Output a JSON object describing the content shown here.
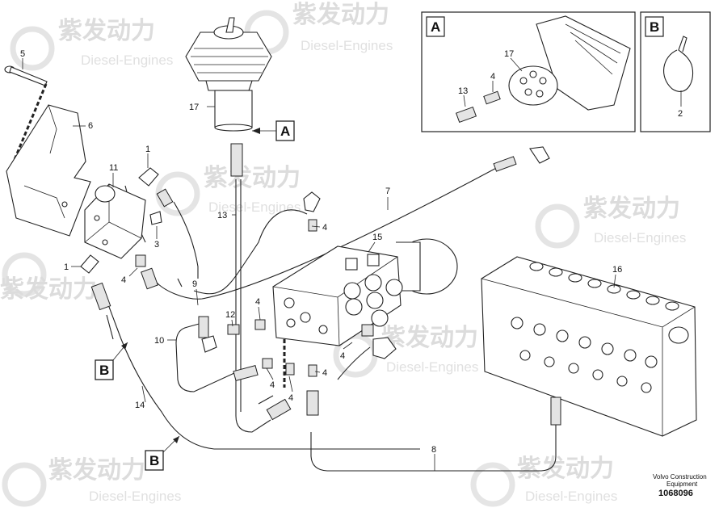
{
  "diagram": {
    "callouts": {
      "c1a": "1",
      "c1b": "1",
      "c2": "2",
      "c3": "3",
      "c4a": "4",
      "c4b": "4",
      "c4c": "4",
      "c4d": "4",
      "c4e": "4",
      "c4f": "4",
      "c4g": "4",
      "c4h": "4",
      "c5": "5",
      "c6": "6",
      "c7": "7",
      "c8": "8",
      "c9": "9",
      "c10": "10",
      "c11": "11",
      "c12": "12",
      "c13a": "13",
      "c13b": "13",
      "c14": "14",
      "c15": "15",
      "c16": "16",
      "c17a": "17",
      "c17b": "17"
    },
    "view_refs": {
      "ref_a_main": "A",
      "ref_b_left": "B",
      "ref_b_bottom": "B",
      "inset_a_title": "A",
      "inset_b_title": "B"
    },
    "watermark": {
      "brand_cn": "紫发动力",
      "brand_en": "Diesel-Engines"
    },
    "footer": {
      "maker": "Volvo Construction",
      "maker2": "Equipment",
      "drawing_id": "1068096"
    }
  }
}
